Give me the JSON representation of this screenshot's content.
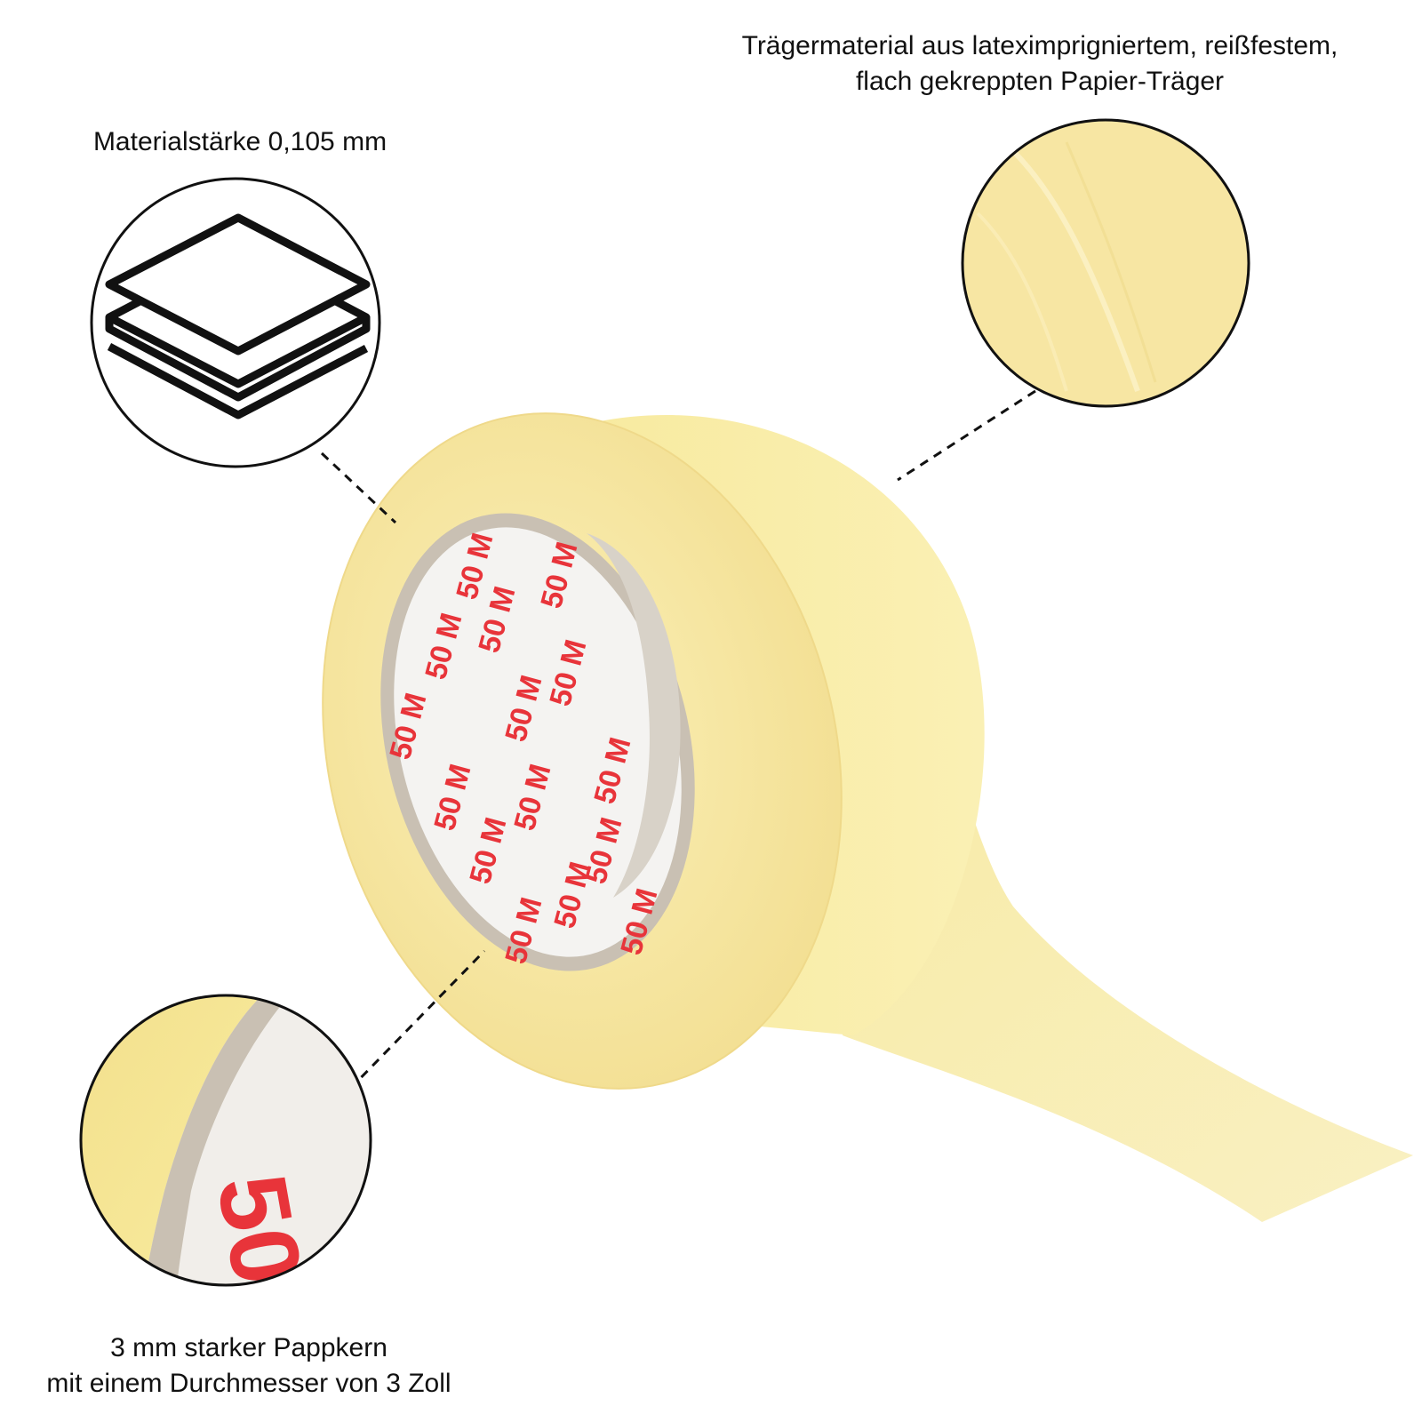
{
  "annotations": {
    "thickness": {
      "label": "Materialstärke 0,105 mm"
    },
    "carrier": {
      "line1": "Trägermaterial aus lateximprigniertem, reißfestem,",
      "line2": "flach gekreppten Papier-Träger"
    },
    "core": {
      "line1": "3 mm starker Pappkern",
      "line2": "mit einem Durchmesser von 3 Zoll"
    }
  },
  "core_print": {
    "text": "50 M",
    "zoom_text": "50",
    "color": "#e8343a"
  },
  "colors": {
    "tape": "#f6e7a2",
    "tape_edge": "#efd98a",
    "core_cardboard": "#c9c0b3",
    "core_inside": "#f4f3f1",
    "icon_stroke": "#111111"
  },
  "icons": {
    "layers": "stacked-layers-icon"
  }
}
